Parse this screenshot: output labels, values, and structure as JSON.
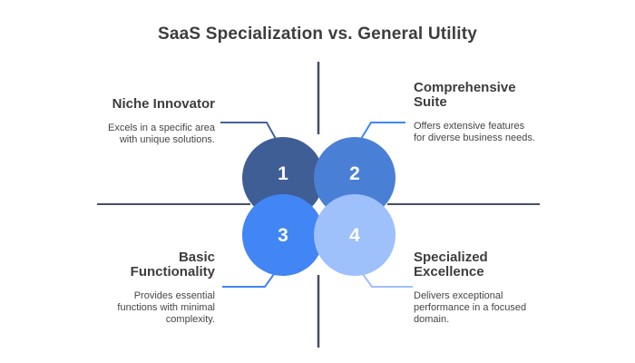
{
  "title": "SaaS Specialization vs. General Utility",
  "quadrants": [
    {
      "position": "top-left",
      "heading": "Niche Innovator",
      "description": "Excels in a specific area with unique solutions.",
      "number": "1",
      "circle_color": "#3f5e96",
      "connector_color": "#44639e"
    },
    {
      "position": "top-right",
      "heading": "Comprehensive Suite",
      "description": "Offers extensive features for diverse business needs.",
      "number": "2",
      "circle_color": "#4a7fd6",
      "connector_color": "#4285f4"
    },
    {
      "position": "bottom-left",
      "heading": "Basic Functionality",
      "description": "Provides essential functions with minimal complexity.",
      "number": "3",
      "circle_color": "#4285f4",
      "connector_color": "#4285f4"
    },
    {
      "position": "bottom-right",
      "heading": "Specialized Excellence",
      "description": "Delivers exceptional performance in a focused domain.",
      "number": "4",
      "circle_color": "#9ec0fb",
      "connector_color": "#9ec0fb"
    }
  ],
  "colors": {
    "background": "#ffffff",
    "axis": "#454e63",
    "title_text": "#3d3d3d",
    "heading_text": "#3d3d3d",
    "body_text": "#454545",
    "number_text": "#ffffff"
  }
}
